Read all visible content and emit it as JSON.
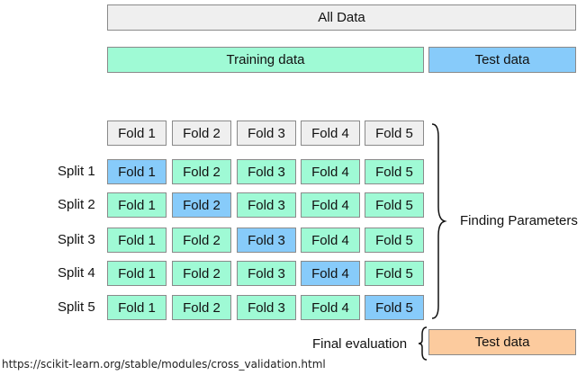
{
  "top": {
    "all_data": "All Data",
    "training_data": "Training data",
    "test_data": "Test data"
  },
  "folds_header": [
    "Fold 1",
    "Fold 2",
    "Fold 3",
    "Fold 4",
    "Fold 5"
  ],
  "splits": [
    {
      "label": "Split 1",
      "test_fold": 1,
      "folds": [
        "Fold 1",
        "Fold 2",
        "Fold 3",
        "Fold 4",
        "Fold 5"
      ]
    },
    {
      "label": "Split 2",
      "test_fold": 2,
      "folds": [
        "Fold 1",
        "Fold 2",
        "Fold 3",
        "Fold 4",
        "Fold 5"
      ]
    },
    {
      "label": "Split 3",
      "test_fold": 3,
      "folds": [
        "Fold 1",
        "Fold 2",
        "Fold 3",
        "Fold 4",
        "Fold 5"
      ]
    },
    {
      "label": "Split 4",
      "test_fold": 4,
      "folds": [
        "Fold 1",
        "Fold 2",
        "Fold 3",
        "Fold 4",
        "Fold 5"
      ]
    },
    {
      "label": "Split 5",
      "test_fold": 5,
      "folds": [
        "Fold 1",
        "Fold 2",
        "Fold 3",
        "Fold 4",
        "Fold 5"
      ]
    }
  ],
  "finding_parameters": "Finding Parameters",
  "final_evaluation": {
    "label": "Final evaluation",
    "box": "Test data"
  },
  "source_url": "https://scikit-learn.org/stable/modules/cross_validation.html",
  "colors": {
    "all_data": "#efefef",
    "training": "#9ffad5",
    "test": "#87cbfa",
    "final_test": "#fccb9e",
    "border": "#8a8a8a"
  }
}
